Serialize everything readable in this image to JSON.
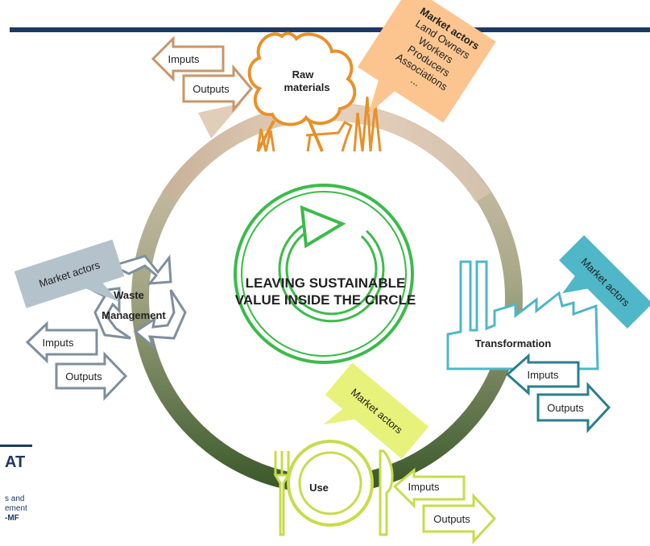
{
  "center": {
    "line1": "LEAVING SUSTAINABLE",
    "line2": "VALUE INSIDE THE CIRCLE"
  },
  "stages": {
    "raw_materials": {
      "line1": "Raw",
      "line2": "materials",
      "imputs": "Imputs",
      "outputs": "Outputs"
    },
    "transformation": {
      "title": "Transformation",
      "imputs": "Imputs",
      "outputs": "Outputs"
    },
    "use": {
      "title": "Use",
      "imputs": "Imputs",
      "outputs": "Outputs"
    },
    "waste": {
      "line1": "Waste",
      "line2": "Management",
      "imputs": "Imputs",
      "outputs": "Outputs"
    }
  },
  "market_actors": {
    "raw": {
      "title": "Market actors",
      "items": [
        "Land Owners",
        "Workers",
        "Producers",
        "Associations",
        "..."
      ]
    },
    "transformation": "Market actors",
    "use": "Market actors",
    "waste": "Market actors"
  },
  "left_partial": {
    "logo": "AT",
    "line1": "s and",
    "line2": "ement",
    "line3": "-MF"
  },
  "colors": {
    "header_bar": "#1f3864",
    "raw_orange": "#e8912a",
    "actor_peach": "#fcc58f",
    "teal": "#4fb7c7",
    "teal_dark": "#2a7f8c",
    "lime": "#e6f27a",
    "lime_dark": "#b5cc2f",
    "gray_box": "#b4c2cc",
    "gray_dark": "#7f8f9c",
    "center_green": "#3cbb4a"
  }
}
